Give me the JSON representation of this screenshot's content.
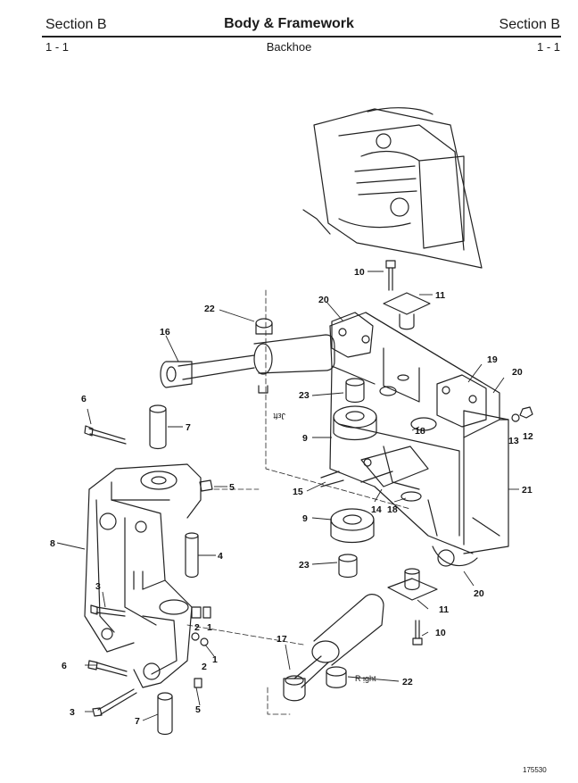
{
  "header": {
    "section_left": "Section B",
    "title": "Body & Framework",
    "section_right": "Section B",
    "page_left": "1 - 1",
    "subtitle": "Backhoe",
    "page_right": "1 - 1"
  },
  "callouts": [
    "1",
    "2",
    "3",
    "4",
    "5",
    "6",
    "7",
    "8",
    "9",
    "10",
    "11",
    "12",
    "13",
    "14",
    "15",
    "16",
    "17",
    "18",
    "19",
    "20",
    "21",
    "22",
    "23"
  ],
  "stamped_text": [
    "Jεft",
    "R ᴉght"
  ],
  "figure_number": "175530"
}
